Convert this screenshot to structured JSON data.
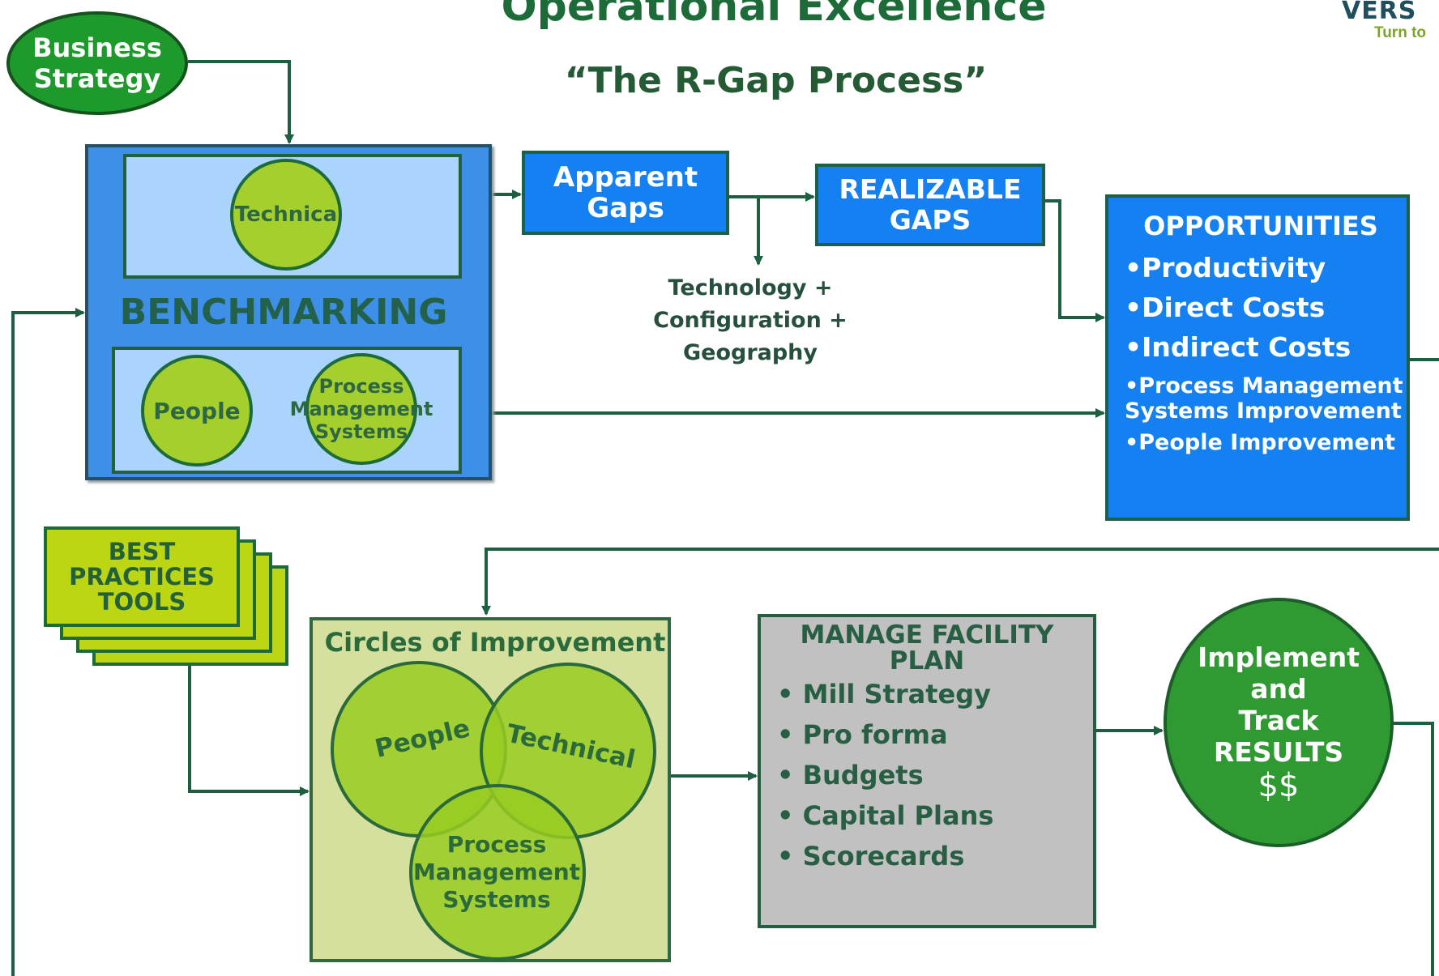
{
  "title": "Operational Excellence",
  "subtitle": "“The R-Gap Process”",
  "logo": {
    "name": "VERS",
    "tagline": "Turn to"
  },
  "business_strategy": {
    "line1": "Business",
    "line2": "Strategy"
  },
  "benchmarking": {
    "label": "BENCHMARKING",
    "technical": "Technica",
    "people": "People",
    "pms": {
      "line1": "Process",
      "line2": "Management",
      "line3": "Systems"
    }
  },
  "apparent_gaps": {
    "line1": "Apparent",
    "line2": "Gaps"
  },
  "realizable_gaps": {
    "line1": "REALIZABLE",
    "line2": "GAPS"
  },
  "gap_factors": {
    "line1": "Technology +",
    "line2": "Configuration +",
    "line3": "Geography"
  },
  "opportunities": {
    "title": "OPPORTUNITIES",
    "items": [
      "•Productivity",
      "•Direct Costs",
      "•Indirect Costs",
      "•Process Management Systems Improvement",
      "•People Improvement"
    ]
  },
  "best_practices": {
    "line1": "BEST",
    "line2": "PRACTICES",
    "line3": "TOOLS"
  },
  "circles_of_improvement": {
    "title": "Circles of Improvement",
    "people": "People",
    "technical": "Technical",
    "pms": {
      "line1": "Process",
      "line2": "Management",
      "line3": "Systems"
    }
  },
  "manage_facility_plan": {
    "title_line1": "MANAGE FACILITY",
    "title_line2": "PLAN",
    "items": [
      "• Mill Strategy",
      "• Pro forma",
      "• Budgets",
      "• Capital Plans",
      "• Scorecards"
    ]
  },
  "implement": {
    "line1": "Implement",
    "line2": "and",
    "line3": "Track",
    "line4": "RESULTS",
    "money": "$$"
  },
  "colors": {
    "arrow": "#1e5f42",
    "blue_box": "#1480f2",
    "green_circle": "#a5cf2d",
    "dark_green": "#2f9a32",
    "best_practices": "#bcd613"
  }
}
